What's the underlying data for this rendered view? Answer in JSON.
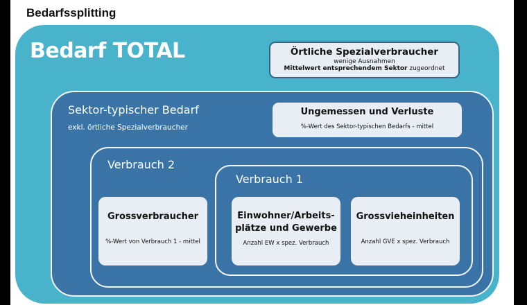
{
  "page": {
    "title": "Bedarfssplitting"
  },
  "diagram": {
    "total": {
      "label": "Bedarf TOTAL",
      "color": "#48b3cb"
    },
    "oertliche_spezialverbraucher": {
      "heading": "Örtliche Spezialverbraucher",
      "line1": "wenige Ausnahmen",
      "line2_bold": "Mittelwert entsprechendem Sektor",
      "line2_rest": " zugeordnet"
    },
    "sektor": {
      "label": "Sektor-typischer Bedarf",
      "sublabel": "exkl. örtliche Spezialverbraucher",
      "color": "#3a74a6"
    },
    "ungemessen": {
      "heading": "Ungemessen und Verluste",
      "detail": "%-Wert des Sektor-typischen Bedarfs - mittel"
    },
    "verbrauch2": {
      "label": "Verbrauch 2"
    },
    "verbrauch1": {
      "label": "Verbrauch 1"
    },
    "grossverbraucher": {
      "heading": "Grossverbraucher",
      "detail": "%-Wert von Verbrauch 1 - mittel"
    },
    "einwohner": {
      "heading_line1": "Einwohner/Arbeits-",
      "heading_line2": "plätze und Gewerbe",
      "detail": "Anzahl EW x spez. Verbrauch"
    },
    "grossvieh": {
      "heading": "Grossvieheinheiten",
      "detail": "Anzahl GVE x spez. Verbrauch"
    }
  }
}
